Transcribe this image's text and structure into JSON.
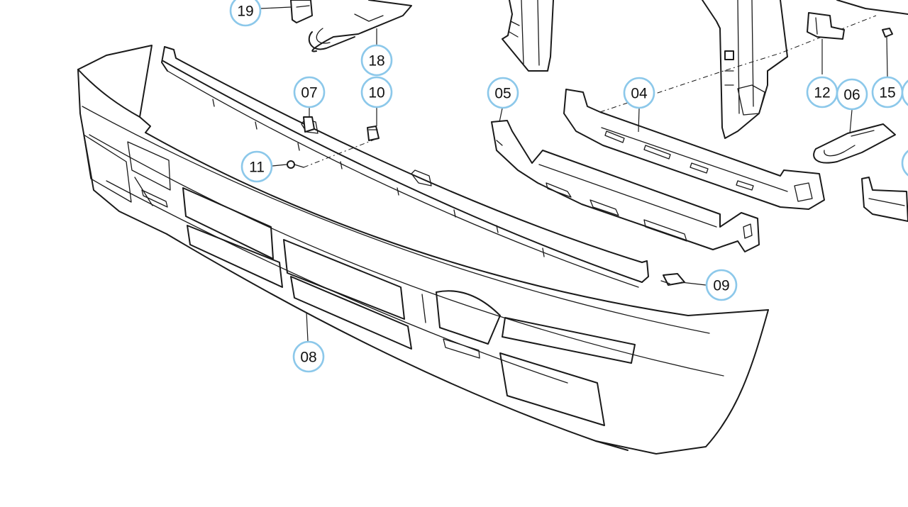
{
  "accent_color": "#8cc8ea",
  "callouts": [
    {
      "id": "19",
      "label": "19"
    },
    {
      "id": "18",
      "label": "18"
    },
    {
      "id": "07",
      "label": "07"
    },
    {
      "id": "10",
      "label": "10"
    },
    {
      "id": "11",
      "label": "11"
    },
    {
      "id": "05",
      "label": "05"
    },
    {
      "id": "04",
      "label": "04"
    },
    {
      "id": "12",
      "label": "12"
    },
    {
      "id": "06",
      "label": "06"
    },
    {
      "id": "15",
      "label": "15"
    },
    {
      "id": "09",
      "label": "09"
    },
    {
      "id": "08",
      "label": "08"
    }
  ]
}
